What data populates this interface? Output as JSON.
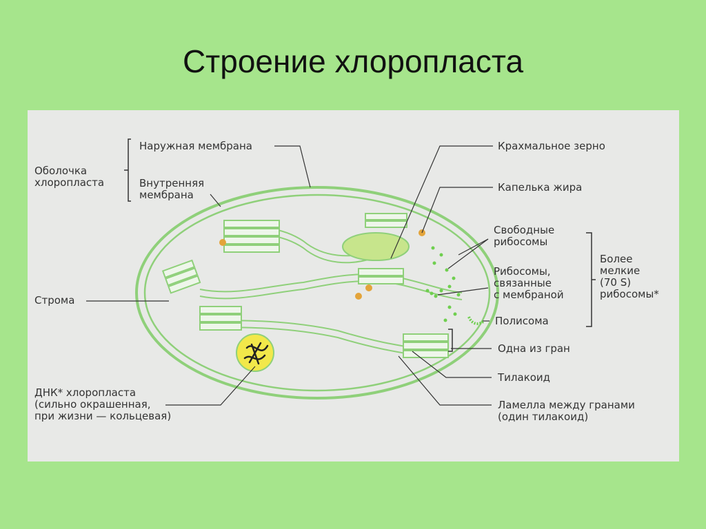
{
  "title": "Строение хлоропласта",
  "labels": {
    "outer_membrane": "Наружная мембрана",
    "envelope": "Оболочка\nхлоропласта",
    "inner_membrane": "Внутренняя\nмембрана",
    "stroma": "Строма",
    "dna": "ДНК* хлоропласта\n(сильно окрашенная,\nпри жизни — кольцевая)",
    "starch_grain": "Крахмальное зерно",
    "lipid_droplet": "Капелька жира",
    "free_ribosomes": "Свободные\nрибосомы",
    "bound_ribosomes": "Рибосомы,\nсвязанные\nс мембраной",
    "smaller_ribosomes": "Более\nмелкие\n(70 S)\nрибосомы*",
    "polysome": "Полисома",
    "one_granum": "Одна из гран",
    "thylakoid": "Тилакоид",
    "lamella": "Ламелла между гранами\n(один тилакоид)"
  },
  "colors": {
    "background": "#a6e58c",
    "panel": "#e8e9e7",
    "membrane": "#8fd07a",
    "starch": "#c7e58c",
    "dna_nucleoid": "#f2e84a",
    "lipid": "#e3a43a",
    "ribosome": "#6fcf4f"
  }
}
